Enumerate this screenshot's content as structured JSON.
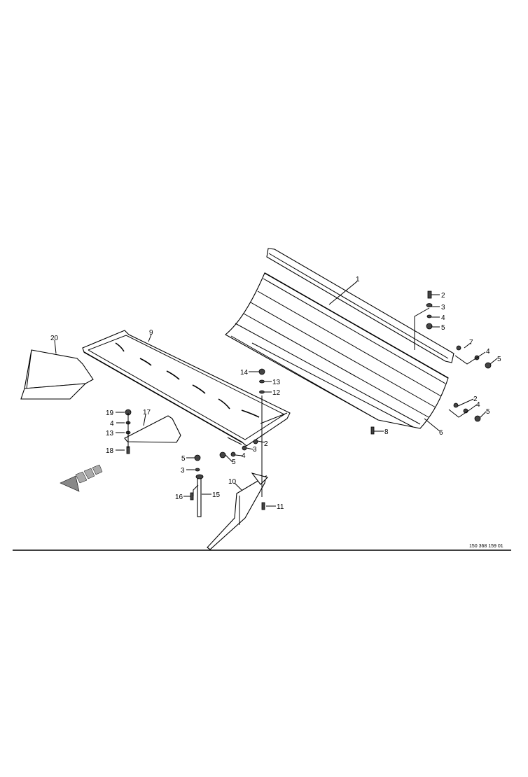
{
  "diagram": {
    "document_number": "150 368 159 01",
    "callouts": {
      "p1": "1",
      "p2a": "2",
      "p3a": "3",
      "p4a": "4",
      "p5a": "5",
      "p7": "7",
      "p4b": "4",
      "p5b": "5",
      "p2c": "2",
      "p4c": "4",
      "p5c": "5",
      "p6": "6",
      "p8": "8",
      "p9": "9",
      "p20": "20",
      "p14": "14",
      "p13a": "13",
      "p12": "12",
      "p2d": "2",
      "p3d": "3",
      "p4d": "4",
      "p5d": "5",
      "p19": "19",
      "p4e": "4",
      "p13b": "13",
      "p18": "18",
      "p17": "17",
      "p5e": "5",
      "p3e": "3",
      "p16": "16",
      "p15": "15",
      "p10": "10",
      "p11": "11"
    }
  }
}
